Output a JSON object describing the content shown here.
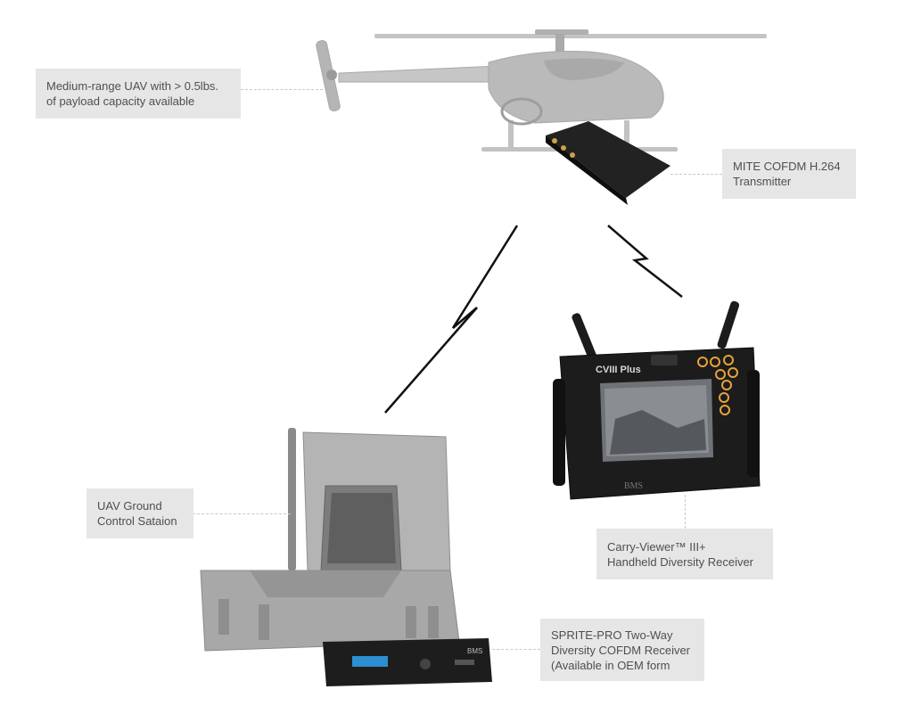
{
  "labels": {
    "uav": {
      "line1": "Medium-range UAV with > 0.5lbs.",
      "line2": "of payload capacity available"
    },
    "transmitter": {
      "line1": "MITE COFDM H.264",
      "line2": "Transmitter"
    },
    "ground_station": {
      "line1": "UAV Ground",
      "line2": "Control Sataion"
    },
    "handheld": {
      "line1": "Carry-Viewer™ III+",
      "line2": "Handheld Diversity Receiver"
    },
    "sprite": {
      "line1": "SPRITE-PRO Two-Way",
      "line2": "Diversity COFDM Receiver",
      "line3": "(Available in OEM form"
    }
  },
  "devices": {
    "handheld_screen_title": "CVIII Plus",
    "handheld_brand": "BMS",
    "receiver_brand": "BMS"
  },
  "colors": {
    "label_bg": "#e6e6e6",
    "label_text": "#4f4f4f",
    "device_dark": "#1c1c1c",
    "accent_orange": "#e8a23a",
    "link_line": "#111111"
  }
}
